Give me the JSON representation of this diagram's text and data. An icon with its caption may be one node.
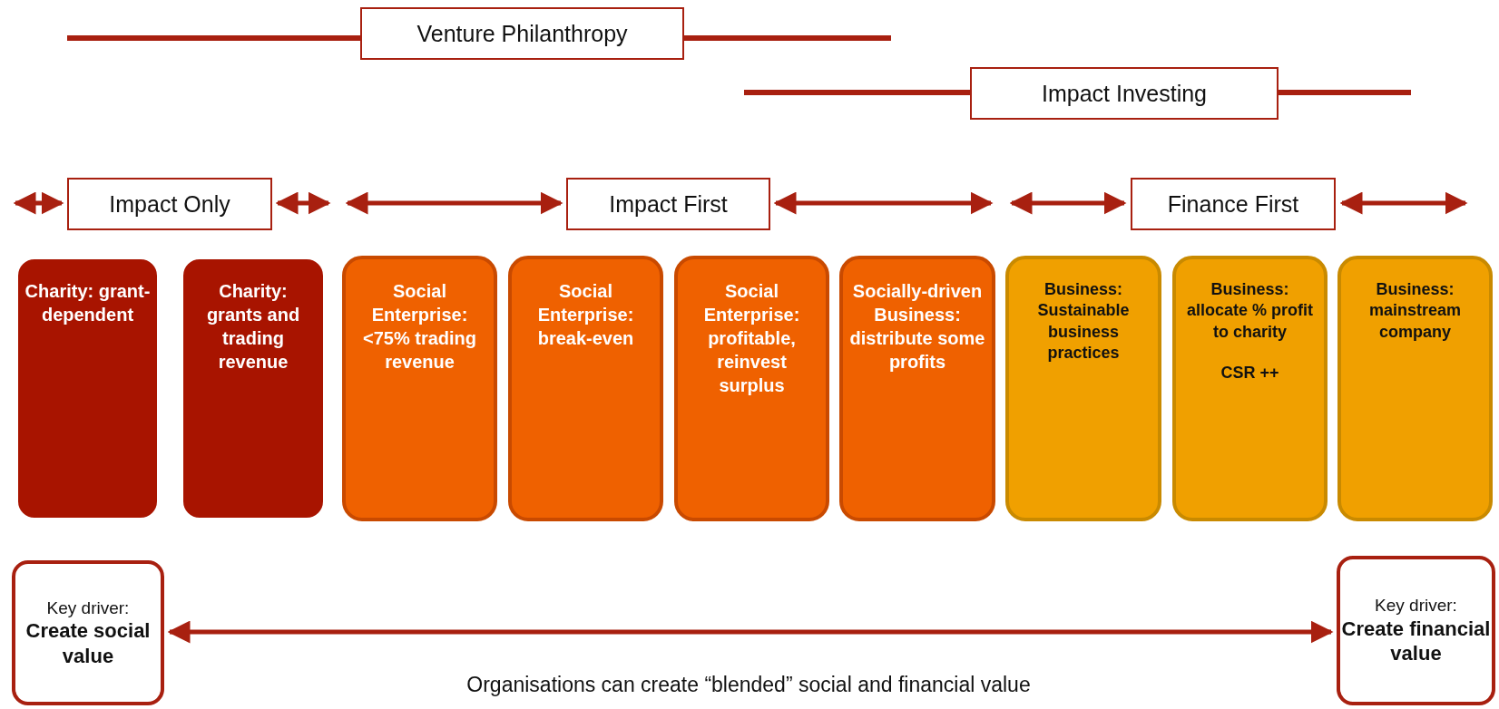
{
  "diagram": {
    "nodes": [
      {
        "text": [
          "Venture Philanthropy"
        ]
      },
      {
        "text": [
          "Impact Investing"
        ]
      },
      {
        "text": [
          "Impact Only"
        ]
      },
      {
        "text": [
          "Impact First"
        ]
      },
      {
        "text": [
          "Finance First"
        ]
      },
      {
        "text": [
          "Charity: grant-dependent"
        ]
      },
      {
        "text": [
          "Charity: grants and trading revenue"
        ]
      },
      {
        "text": [
          "Social Enterprise: <75% trading revenue"
        ]
      },
      {
        "text": [
          "Social Enterprise: break-even"
        ]
      },
      {
        "text": [
          "Social Enterprise: profitable, reinvest surplus"
        ]
      },
      {
        "text": [
          "Socially-driven Business: distribute some profits"
        ]
      },
      {
        "text": [
          "Business: Sustainable business practices"
        ]
      },
      {
        "text": [
          "Business: allocate % profit to charity",
          "CSR ++"
        ]
      },
      {
        "text": [
          "Business: mainstream company"
        ]
      },
      {
        "text": [
          "Key driver:",
          "Create social value"
        ]
      },
      {
        "text": [
          "Key driver:",
          "Create financial value"
        ]
      }
    ],
    "edges": [
      {
        "from": 14,
        "to": 15,
        "arrow": "both"
      }
    ],
    "caption": "Organisations can create “blended” social and financial value"
  }
}
